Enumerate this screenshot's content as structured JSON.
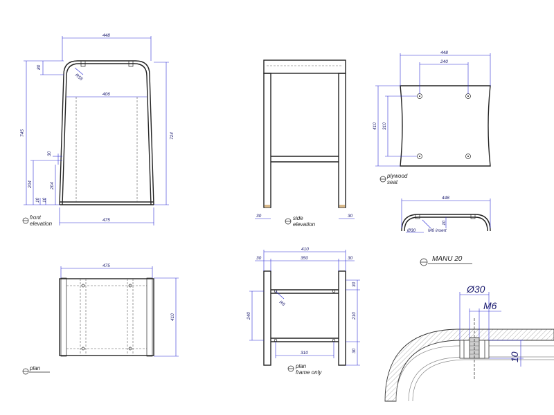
{
  "front_elevation": {
    "dims": {
      "top_width": "448",
      "inner_width": "406",
      "base_width": "475",
      "height_total": "745",
      "height_right": "724",
      "seat_thickness": "80",
      "radius": "R55",
      "rail_gap": "30",
      "rail_height_a": "204",
      "rail_height_b": "204",
      "small_a": "10",
      "small_b": "10"
    },
    "label": {
      "line1": "front",
      "line2": "elevation"
    }
  },
  "side_elevation": {
    "dims": {
      "leg_left": "30",
      "leg_right": "30"
    },
    "label": {
      "line1": "side",
      "line2": "elevation"
    }
  },
  "plywood_seat": {
    "dims": {
      "width": "448",
      "hole_spacing": "240",
      "depth": "410",
      "hole_depth": "310"
    },
    "label": {
      "line1": "plywood",
      "line2": "seat"
    }
  },
  "seat_section": {
    "dims": {
      "width": "448",
      "hole": "Ø30",
      "thickness": "10",
      "insert": "M6 insert"
    }
  },
  "title": {
    "text": "MANU 20"
  },
  "plan": {
    "dims": {
      "width": "475",
      "depth": "410"
    },
    "label": {
      "line1": "plan"
    }
  },
  "plan_frame": {
    "dims": {
      "total": "410",
      "leg_left": "30",
      "inner": "350",
      "leg_right": "30",
      "rail_span": "240",
      "radius": "R6",
      "top_rail": "30",
      "mid": "210",
      "bottom_rail": "30",
      "inner_bottom": "310"
    },
    "label": {
      "line1": "plan",
      "line2": "frame only"
    }
  },
  "detail": {
    "dims": {
      "hole": "Ø30",
      "bolt": "M6",
      "thickness": "10"
    }
  }
}
